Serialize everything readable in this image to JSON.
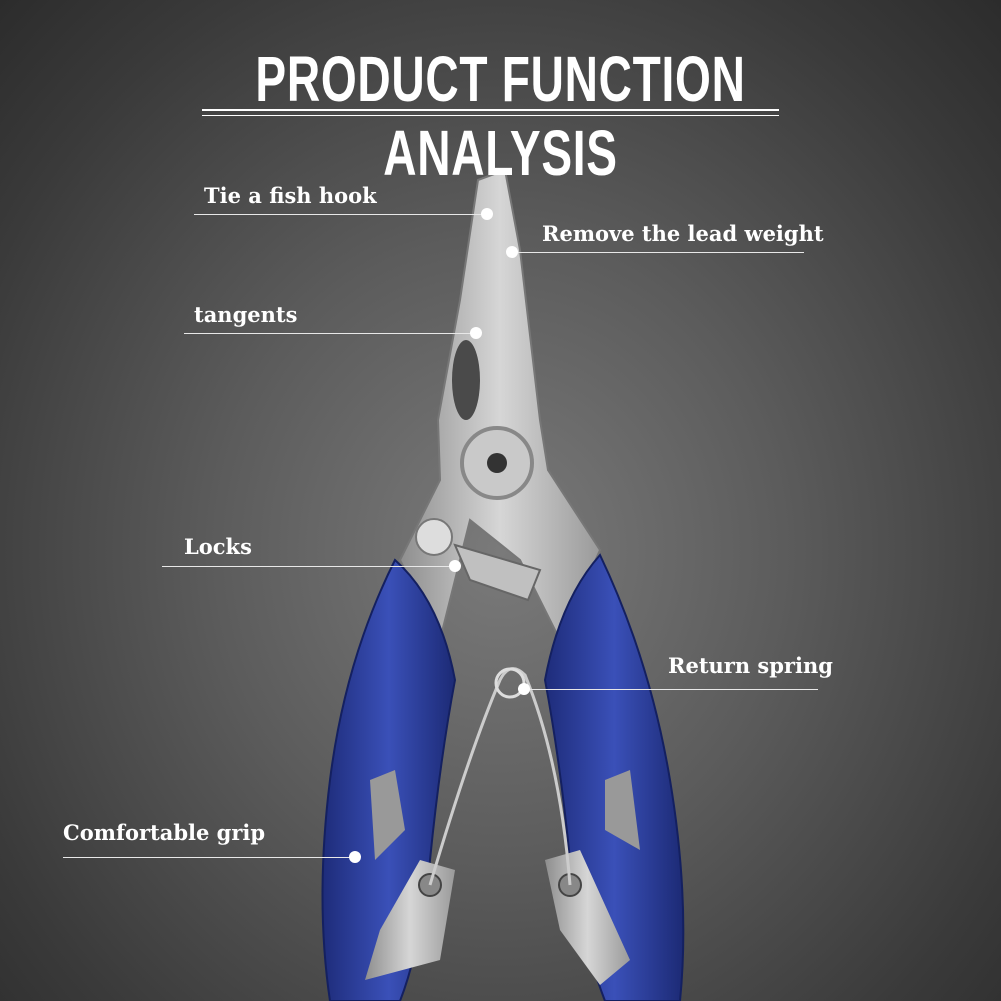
{
  "title": "PRODUCT FUNCTION ANALYSIS",
  "colors": {
    "handle": "#2b3f9e",
    "metal": "#b8b8b8",
    "text": "#ffffff"
  },
  "callouts": [
    {
      "label": "Tie a fish hook"
    },
    {
      "label": "Remove the lead weight"
    },
    {
      "label": "tangents"
    },
    {
      "label": "Locks"
    },
    {
      "label": "Return spring"
    },
    {
      "label": "Comfortable grip"
    }
  ]
}
